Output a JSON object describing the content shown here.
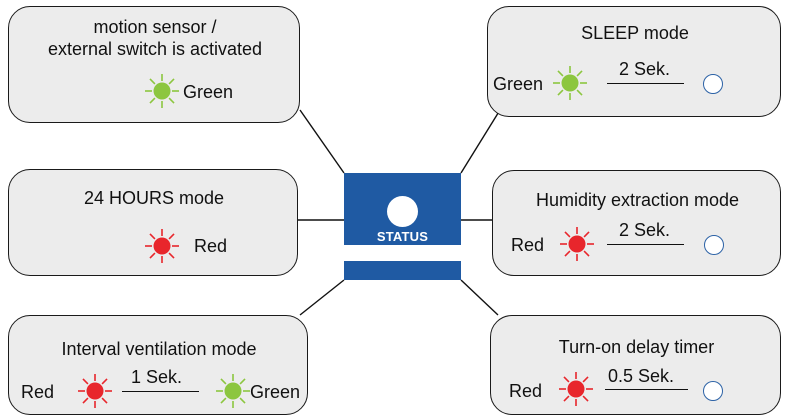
{
  "colors": {
    "status_blue": "#1f5aa3",
    "led_green": "#8cc63f",
    "led_red": "#e8262c",
    "box_fill": "#ececec"
  },
  "status_panel": {
    "label": "STATUS"
  },
  "boxes": {
    "motion": {
      "title_line1": "motion sensor /",
      "title_line2": "external switch is activated",
      "led_color": "green",
      "led_label": "Green"
    },
    "hours24": {
      "title": "24 HOURS mode",
      "led_color": "red",
      "led_label": "Red"
    },
    "interval": {
      "title": "Interval ventilation mode",
      "left_label": "Red",
      "duration": "1 Sek.",
      "right_label": "Green"
    },
    "sleep": {
      "title": "SLEEP mode",
      "left_label": "Green",
      "duration": "2 Sek."
    },
    "humidity": {
      "title": "Humidity extraction mode",
      "left_label": "Red",
      "duration": "2 Sek."
    },
    "delay": {
      "title": "Turn-on delay timer",
      "left_label": "Red",
      "duration": "0.5 Sek."
    }
  }
}
